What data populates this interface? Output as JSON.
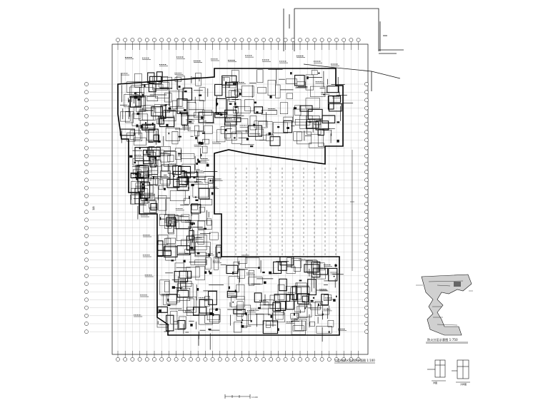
{
  "drawing": {
    "main_title": "二层给排水及消防平面图 1:100",
    "inset_title": "防火分区示意图 1:750",
    "scale_bar_label": "1:100",
    "side_label": "消防",
    "detail_left_label": "详图",
    "detail_right_label": "大样图"
  },
  "colors": {
    "ink": "#111111",
    "paper": "#ffffff"
  }
}
